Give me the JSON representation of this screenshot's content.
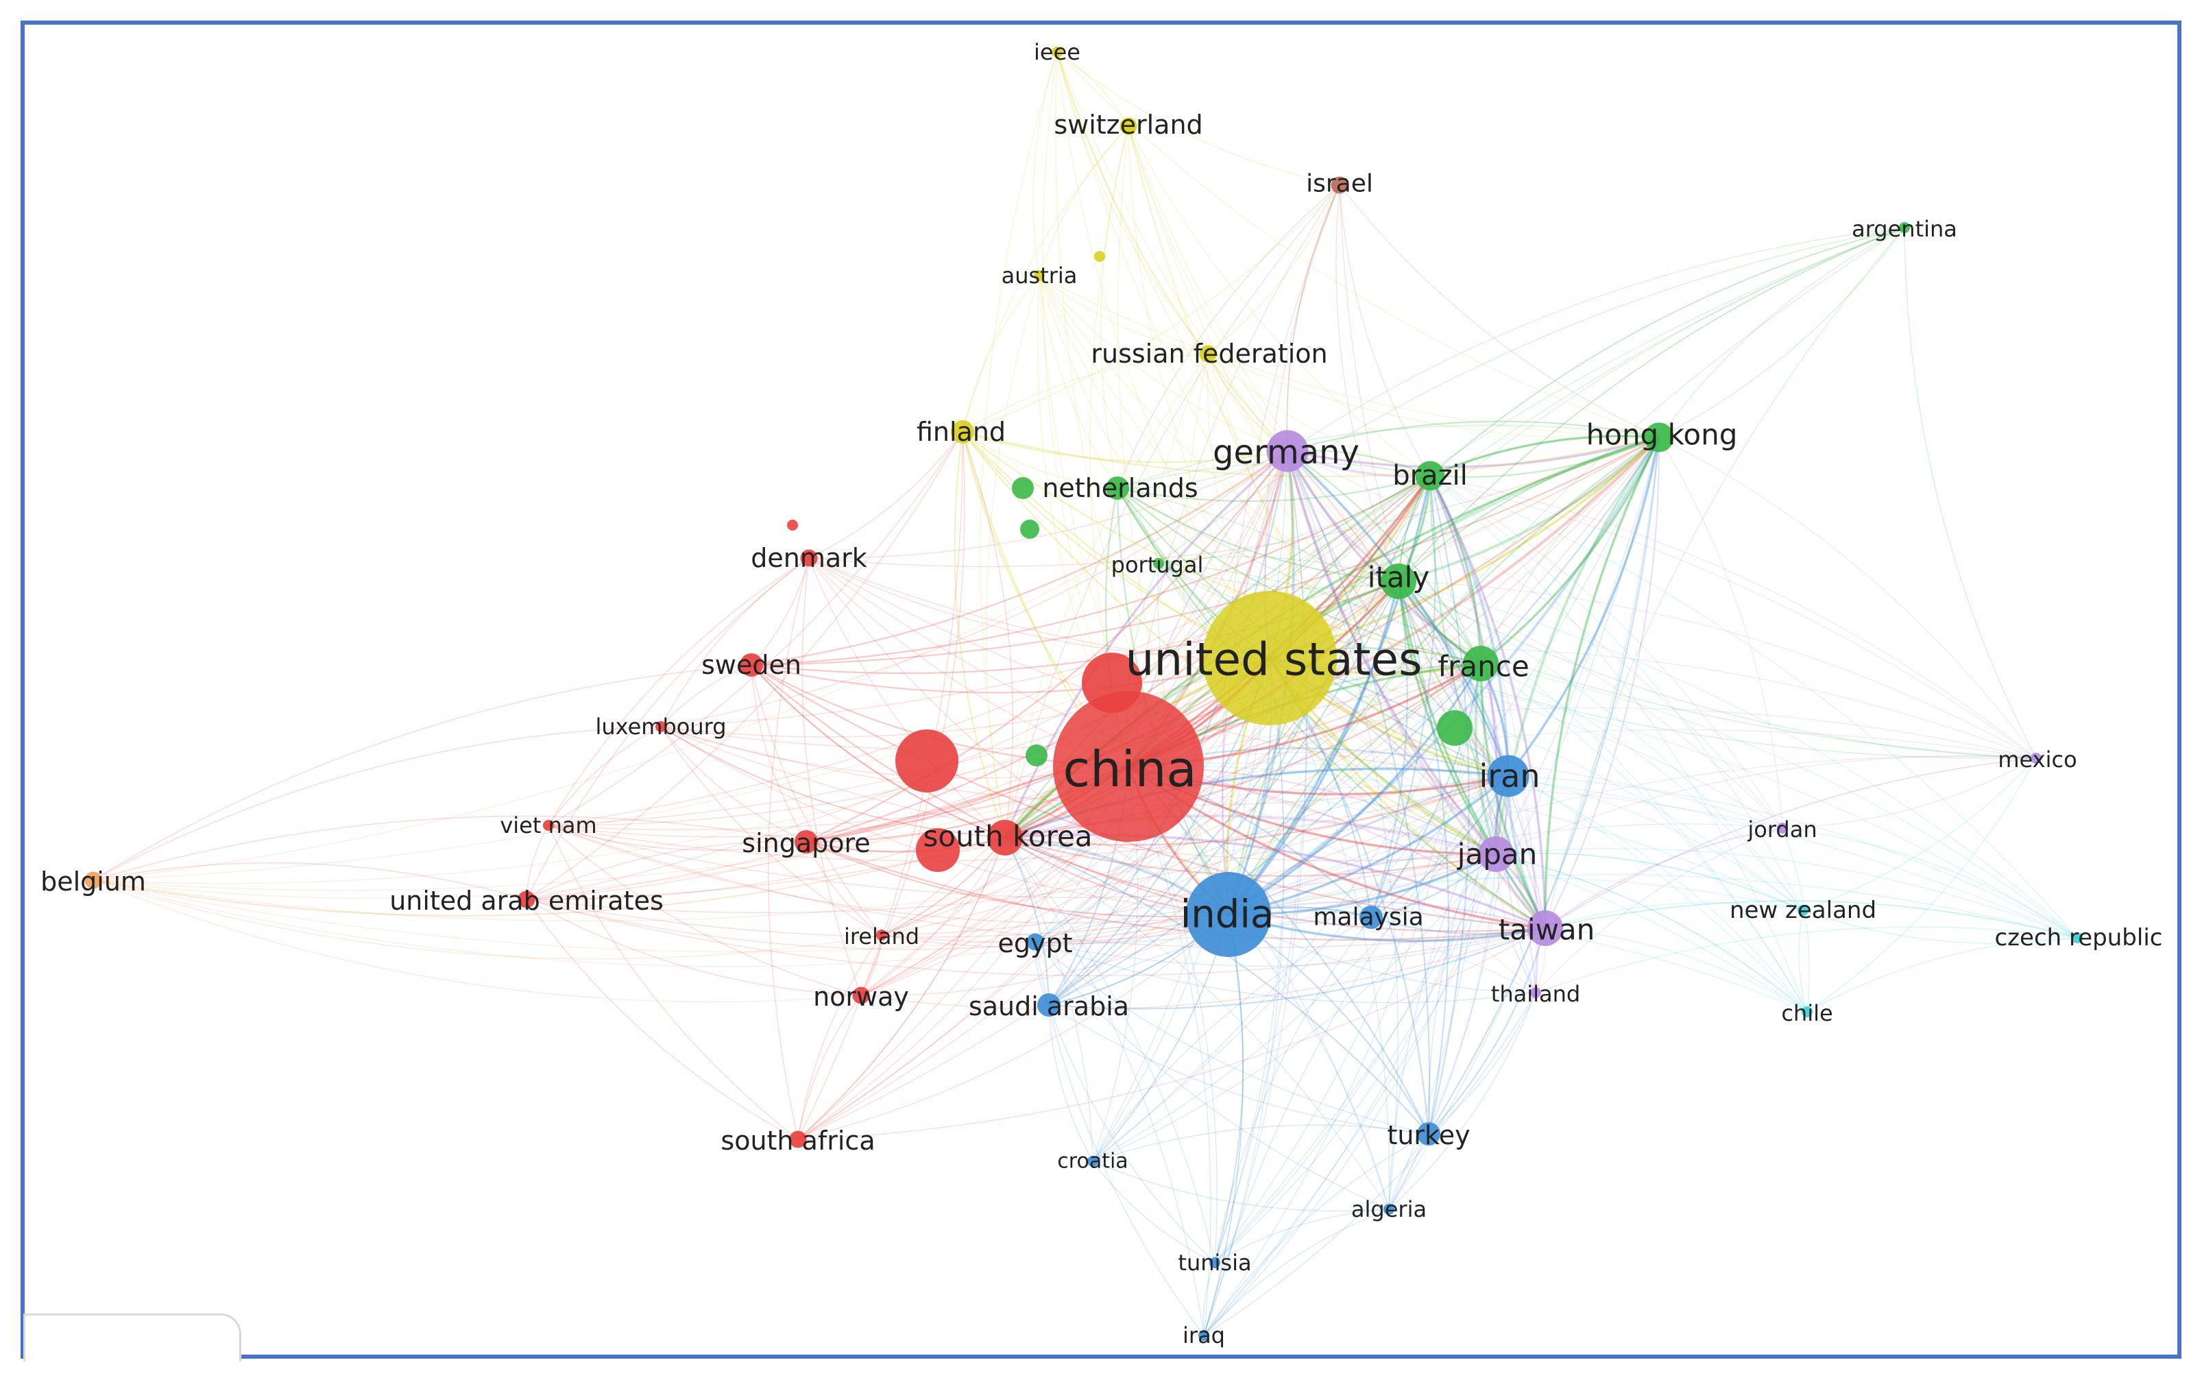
{
  "palette": {
    "red": "#e8413f",
    "yellow": "#d9cf22",
    "green": "#3cb84a",
    "blue": "#3f8ed8",
    "purple": "#b58be0",
    "cyan": "#3fd0d8",
    "brown": "#b86a5a",
    "orange": "#f3a35a",
    "frame": "#4a73c6"
  },
  "nodes": [
    {
      "id": "china",
      "label": "china",
      "color": "red",
      "weight": 10
    },
    {
      "id": "united_states",
      "label": "united states",
      "color": "yellow",
      "weight": 9
    },
    {
      "id": "india",
      "label": "india",
      "color": "blue",
      "weight": 6
    },
    {
      "id": "iran",
      "label": "iran",
      "color": "blue",
      "weight": 4
    },
    {
      "id": "germany",
      "label": "germany",
      "color": "purple",
      "weight": 4
    },
    {
      "id": "italy",
      "label": "italy",
      "color": "green",
      "weight": 3.5
    },
    {
      "id": "france",
      "label": "france",
      "color": "green",
      "weight": 3.5
    },
    {
      "id": "japan",
      "label": "japan",
      "color": "purple",
      "weight": 3.5
    },
    {
      "id": "taiwan",
      "label": "taiwan",
      "color": "purple",
      "weight": 3.5
    },
    {
      "id": "south_korea",
      "label": "south korea",
      "color": "red",
      "weight": 3.5
    },
    {
      "id": "hong_kong",
      "label": "hong kong",
      "color": "green",
      "weight": 3
    },
    {
      "id": "brazil",
      "label": "brazil",
      "color": "green",
      "weight": 3
    },
    {
      "id": "sweden",
      "label": "sweden",
      "color": "red",
      "weight": 2.5
    },
    {
      "id": "singapore",
      "label": "singapore",
      "color": "red",
      "weight": 2.5
    },
    {
      "id": "denmark",
      "label": "denmark",
      "color": "red",
      "weight": 2
    },
    {
      "id": "finland",
      "label": "finland",
      "color": "yellow",
      "weight": 2.5
    },
    {
      "id": "netherlands",
      "label": "netherlands",
      "color": "green",
      "weight": 2.5
    },
    {
      "id": "malaysia",
      "label": "malaysia",
      "color": "blue",
      "weight": 2.5
    },
    {
      "id": "egypt",
      "label": "egypt",
      "color": "blue",
      "weight": 2
    },
    {
      "id": "saudi_arabia",
      "label": "saudi arabia",
      "color": "blue",
      "weight": 2.5
    },
    {
      "id": "turkey",
      "label": "turkey",
      "color": "blue",
      "weight": 2.5
    },
    {
      "id": "norway",
      "label": "norway",
      "color": "red",
      "weight": 2
    },
    {
      "id": "united_arab_emirates",
      "label": "united arab emirates",
      "color": "red",
      "weight": 2
    },
    {
      "id": "south_africa",
      "label": "south africa",
      "color": "red",
      "weight": 2
    },
    {
      "id": "switzerland",
      "label": "switzerland",
      "color": "yellow",
      "weight": 2
    },
    {
      "id": "israel",
      "label": "israel",
      "color": "brown",
      "weight": 2
    },
    {
      "id": "russian_federation",
      "label": "russian federation",
      "color": "yellow",
      "weight": 2
    },
    {
      "id": "belgium",
      "label": "belgium",
      "color": "orange",
      "weight": 2
    },
    {
      "id": "ieee",
      "label": "ieee",
      "color": "yellow",
      "weight": 1.5
    },
    {
      "id": "austria",
      "label": "austria",
      "color": "yellow",
      "weight": 1.5
    },
    {
      "id": "argentina",
      "label": "argentina",
      "color": "green",
      "weight": 1.5
    },
    {
      "id": "portugal",
      "label": "portugal",
      "color": "green",
      "weight": 1.5
    },
    {
      "id": "luxembourg",
      "label": "luxembourg",
      "color": "red",
      "weight": 1.5
    },
    {
      "id": "viet_nam",
      "label": "viet nam",
      "color": "red",
      "weight": 1.5
    },
    {
      "id": "ireland",
      "label": "ireland",
      "color": "red",
      "weight": 1.5
    },
    {
      "id": "mexico",
      "label": "mexico",
      "color": "purple",
      "weight": 1.5
    },
    {
      "id": "jordan",
      "label": "jordan",
      "color": "purple",
      "weight": 1.5
    },
    {
      "id": "new_zealand",
      "label": "new zealand",
      "color": "cyan",
      "weight": 1.5
    },
    {
      "id": "czech_republic",
      "label": "czech republic",
      "color": "cyan",
      "weight": 1.5
    },
    {
      "id": "chile",
      "label": "chile",
      "color": "cyan",
      "weight": 1.5
    },
    {
      "id": "thailand",
      "label": "thailand",
      "color": "purple",
      "weight": 1.5
    },
    {
      "id": "croatia",
      "label": "croatia",
      "color": "blue",
      "weight": 1.5
    },
    {
      "id": "algeria",
      "label": "algeria",
      "color": "blue",
      "weight": 1.5
    },
    {
      "id": "tunisia",
      "label": "tunisia",
      "color": "blue",
      "weight": 1.5
    },
    {
      "id": "iraq",
      "label": "iraq",
      "color": "blue",
      "weight": 1.5
    }
  ]
}
